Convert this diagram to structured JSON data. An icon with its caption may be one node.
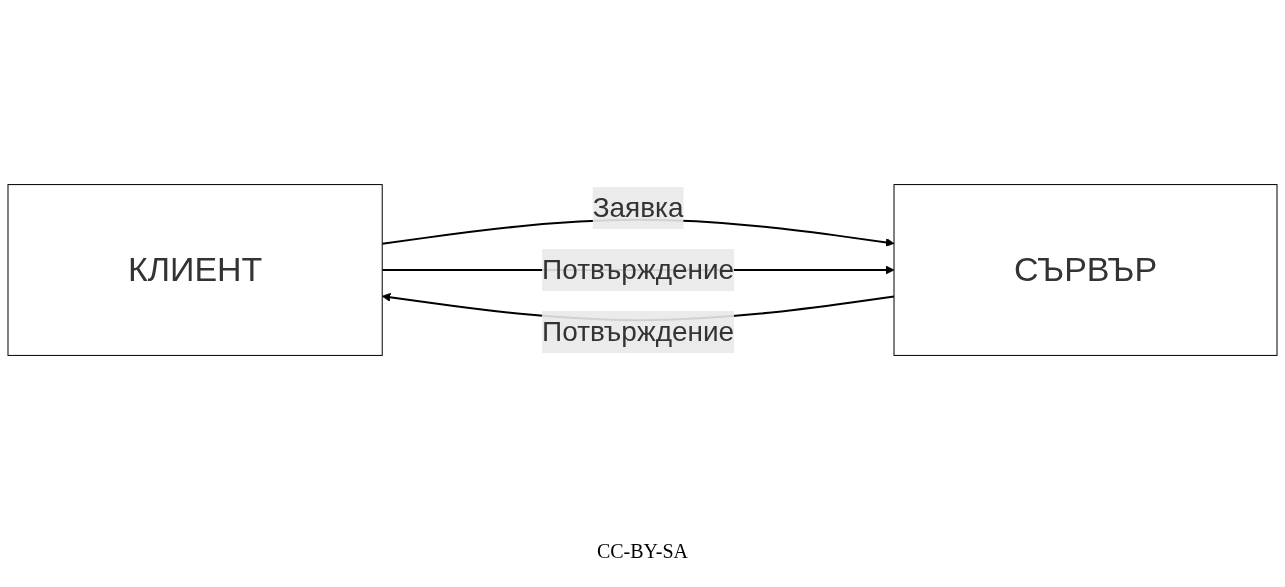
{
  "diagram": {
    "nodes": [
      {
        "text": [
          "КЛИЕНТ"
        ]
      },
      {
        "text": [
          "СЪРВЪР"
        ]
      }
    ],
    "edges": [
      {
        "from": 0,
        "to": 1,
        "arrow": "to",
        "label": "Заявка"
      },
      {
        "from": 1,
        "to": 0,
        "arrow": "to",
        "label": "Потвърждение"
      },
      {
        "from": 0,
        "to": 1,
        "arrow": "to",
        "label": "Потвърждение"
      }
    ],
    "labels": [
      "CC-BY-SA"
    ]
  }
}
